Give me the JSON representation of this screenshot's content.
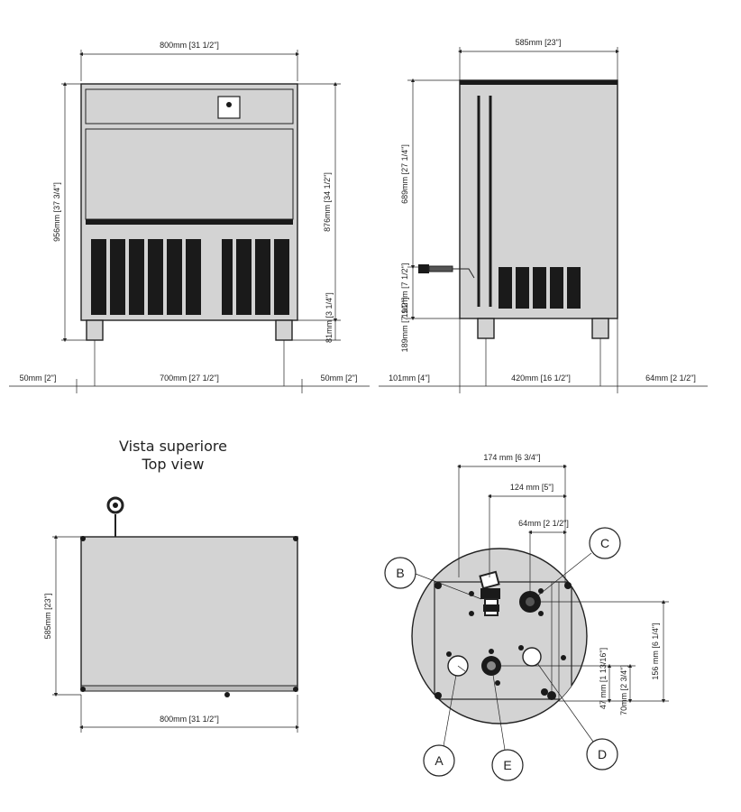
{
  "front_view": {
    "width_top": "800mm [31 1/2\"]",
    "height_total": "956mm [37 3/4\"]",
    "height_body": "876mm [34 1/2\"]",
    "leg_height": "81mm [3 1/4\"]",
    "margin_left": "50mm [2\"]",
    "leg_span": "700mm [27 1/2\"]",
    "margin_right": "50mm [2\"]"
  },
  "side_view": {
    "depth_top": "585mm [23\"]",
    "height_upper": "689mm [27 1/4\"]",
    "height_fitting": "191mm [7 1/2\"]",
    "height_lower": "189mm [7 1/2\"]",
    "front_offset": "101mm [4\"]",
    "leg_span": "420mm [16 1/2\"]",
    "rear_offset": "64mm [2 1/2\"]"
  },
  "top_view": {
    "title_it": "Vista superiore",
    "title_en": "Top view",
    "depth": "585mm [23\"]",
    "width": "800mm [31 1/2\"]"
  },
  "detail_view": {
    "dim_174": "174 mm [6 3/4\"]",
    "dim_124": "124 mm [5\"]",
    "dim_64": "64mm [2 1/2\"]",
    "dim_47": "47 mm [1 13/16\"]",
    "dim_70": "70mm [2 3/4\"]",
    "dim_156": "156 mm [6 1/4\"]",
    "callouts": {
      "a": "A",
      "b": "B",
      "c": "C",
      "d": "D",
      "e": "E"
    }
  }
}
